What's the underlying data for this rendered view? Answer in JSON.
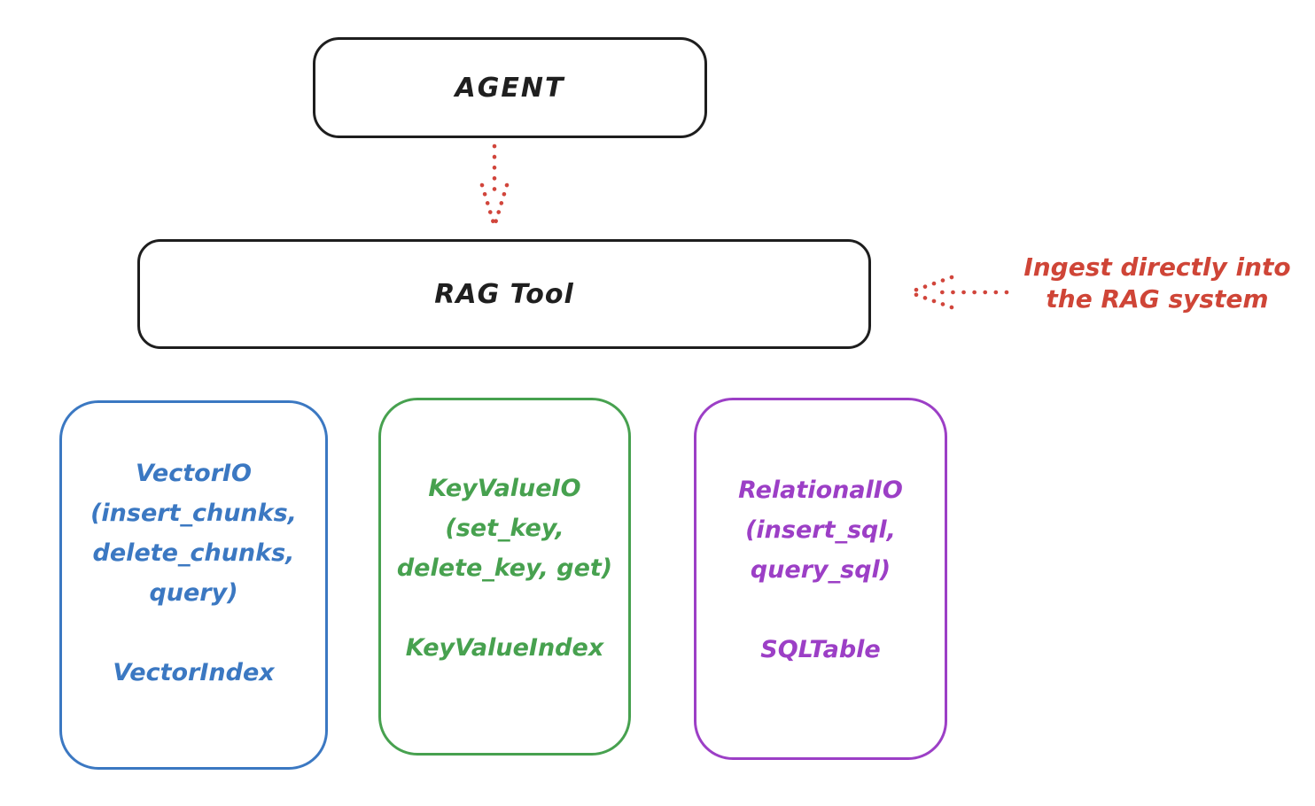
{
  "canvas": {
    "background": "#ffffff",
    "ink_color": "#1e1e1e"
  },
  "nodes": {
    "agent": {
      "label": "AGENT"
    },
    "rag_tool": {
      "label": "RAG Tool"
    }
  },
  "annotation": {
    "line1": "Ingest directly into",
    "line2": "the RAG system",
    "color": "#cf4537"
  },
  "connectors": {
    "agent_to_rag": {
      "style": "dotted",
      "color": "#d1453b",
      "direction": "down",
      "from": "AGENT",
      "to": "RAG Tool"
    },
    "annotation_to_rag": {
      "style": "dotted",
      "color": "#d1453b",
      "direction": "left",
      "from": "Ingest directly into the RAG system",
      "to": "RAG Tool"
    }
  },
  "backends": [
    {
      "name": "vector-io",
      "color": "#3b78c2",
      "title": "VectorIO",
      "params_line1": "(insert_chunks,",
      "params_line2": "delete_chunks,",
      "params_line3": "query)",
      "index_label": "VectorIndex"
    },
    {
      "name": "keyvalue-io",
      "color": "#47a14f",
      "title": "KeyValueIO",
      "params_line1": "(set_key,",
      "params_line2": "delete_key, get)",
      "params_line3": "",
      "index_label": "KeyValueIndex"
    },
    {
      "name": "relational-io",
      "color": "#9c3fc6",
      "title": "RelationalIO",
      "params_line1": "(insert_sql,",
      "params_line2": "query_sql)",
      "params_line3": "",
      "index_label": "SQLTable"
    }
  ]
}
